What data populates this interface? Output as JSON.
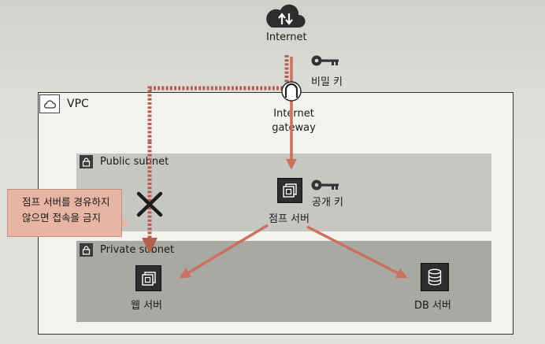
{
  "internet": {
    "label": "Internet",
    "icon": "cloud-updown-icon"
  },
  "secret_key": {
    "label": "비밀 키",
    "icon": "key-icon"
  },
  "gateway": {
    "line1": "Internet",
    "line2": "gateway",
    "icon": "internet-gateway-icon"
  },
  "vpc": {
    "label": "VPC",
    "icon": "cloud-icon"
  },
  "public_subnet": {
    "label": "Public subnet",
    "icon": "lock-icon"
  },
  "private_subnet": {
    "label": "Private subnet",
    "icon": "lock-icon"
  },
  "public_key": {
    "label": "공개 키",
    "icon": "key-icon"
  },
  "jump_server": {
    "label": "점프 서버",
    "icon": "ec2-instance-icon"
  },
  "web_server": {
    "label": "웹 서버",
    "icon": "ec2-instance-icon"
  },
  "db_server": {
    "label": "DB 서버",
    "icon": "database-icon"
  },
  "callout": {
    "line1": "점프 서버를 경유하지",
    "line2": "않으면 접속을 금지"
  },
  "colors": {
    "arrow": "#c9735e",
    "dashed_path": "#b3604f",
    "callout_bg": "#e8b5a4",
    "public_subnet_bg": "#c7c6c3",
    "private_subnet_bg": "#a9a8a5"
  }
}
